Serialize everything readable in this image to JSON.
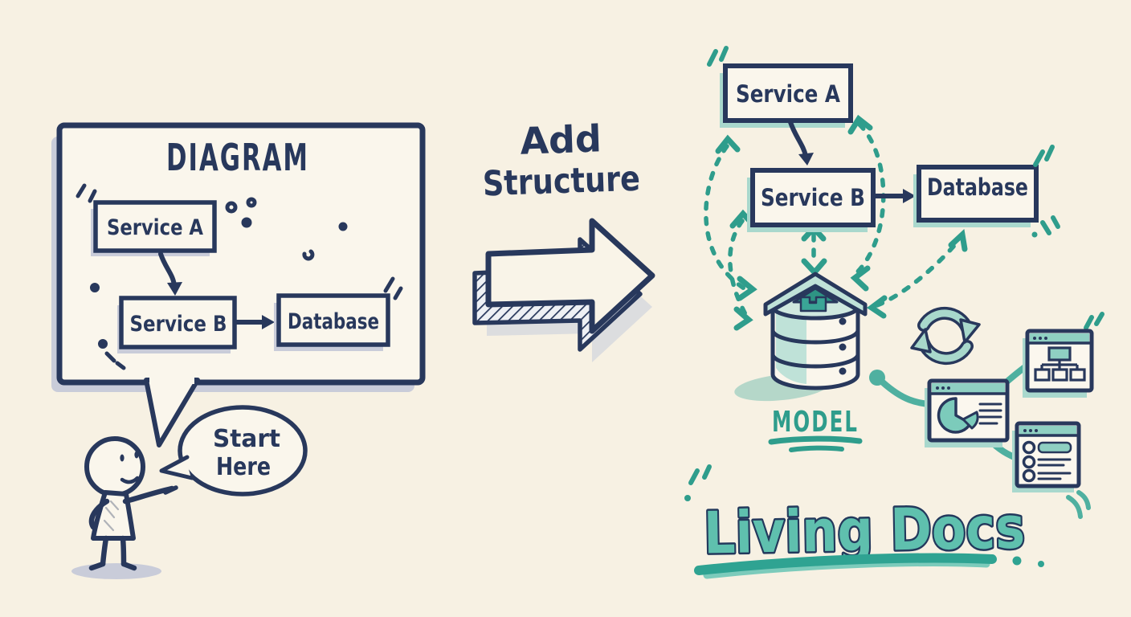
{
  "colors": {
    "background": "#f7f1e3",
    "ink_navy": "#28385c",
    "teal_stroke": "#2f9d8c",
    "teal_light": "#a9d8cd",
    "teal_fill": "#8fd0c2",
    "headline_fill": "#5fc0ae",
    "shadow_gray": "#c9ccd9",
    "paper": "#faf6ec"
  },
  "left_panel": {
    "title": "DIAGRAM",
    "service_a": "Service A",
    "service_b": "Service B",
    "database": "Database",
    "speech": {
      "line1": "Start",
      "line2": "Here"
    }
  },
  "transition": {
    "line1": "Add",
    "line2": "Structure"
  },
  "right_panel": {
    "service_a": "Service A",
    "service_b": "Service B",
    "database": "Database",
    "model_label": "MODEL",
    "headline": "Living Docs"
  },
  "icons": {
    "stick-figure": "person pointing at speech bubble",
    "block-arrow-icon": "large hand-drawn 3D arrow pointing right",
    "model-cylinder-icon": "database cylinder with roof arrow on top",
    "sync-icon": "circular refresh arrows",
    "org-chart-doc-icon": "window with org chart",
    "pie-chart-doc-icon": "window with pie chart and text lines",
    "list-doc-icon": "window with bullet list"
  }
}
